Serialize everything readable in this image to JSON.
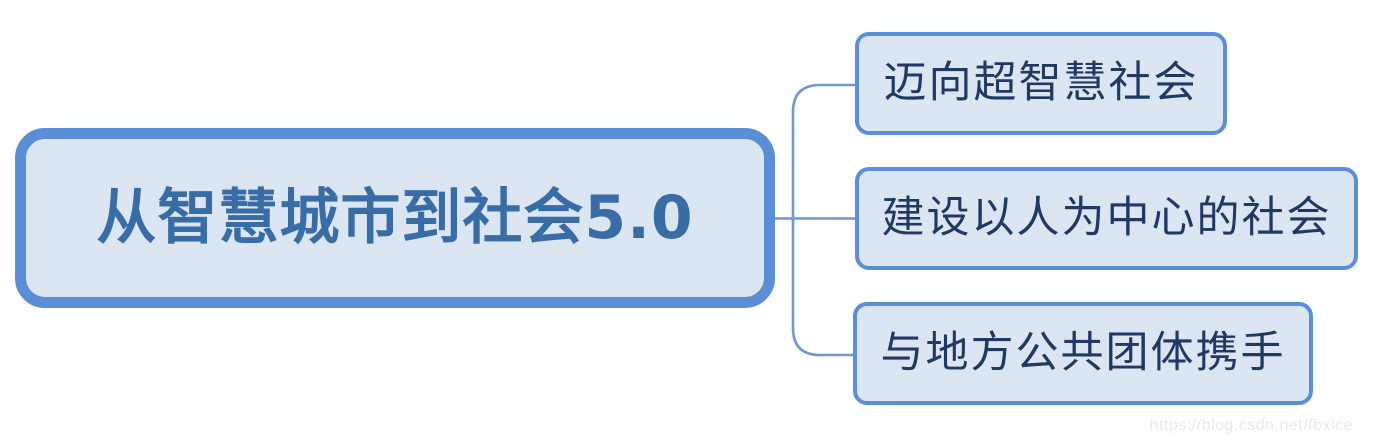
{
  "diagram": {
    "type": "mindmap",
    "root": {
      "label": "从智慧城市到社会5.0"
    },
    "children": [
      {
        "label": "迈向超智慧社会"
      },
      {
        "label": "建设以人为中心的社会"
      },
      {
        "label": "与地方公共团体携手"
      }
    ],
    "colors": {
      "node_fill": "#dce6f2",
      "node_border": "#5a8ed6",
      "root_border": "#5a8ed6",
      "root_text": "#386ca6",
      "child_text": "#1f3864",
      "connector": "#6e97d4",
      "background": "#ffffff",
      "watermark_text_color": "#e9e9e9"
    }
  },
  "watermark": {
    "text": "https://blog.csdn.net/fbxice"
  }
}
